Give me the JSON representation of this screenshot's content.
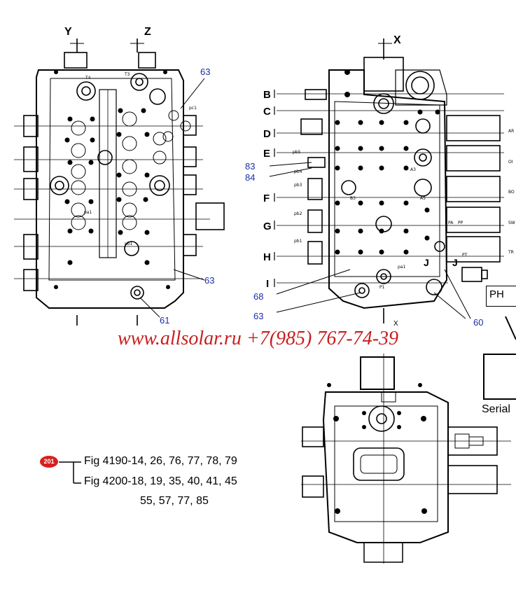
{
  "left_view": {
    "section_y": "Y",
    "section_z": "Z",
    "callout_top": "63",
    "callout_right": "63",
    "callout_bottom": "61",
    "port_t4": "T4",
    "port_t3": "T3",
    "port_pa1": "pa1",
    "port_pb1": "pb1",
    "port_pc1": "pc1"
  },
  "right_view": {
    "section_x": "X",
    "sections": [
      "B",
      "C",
      "D",
      "E",
      "F",
      "G",
      "H",
      "I"
    ],
    "callout_83": "83",
    "callout_84": "84",
    "callout_68": "68",
    "callout_63": "63",
    "callout_60": "60",
    "callout_j1": "J",
    "callout_j2": "J",
    "ph_label": "PH",
    "side_labels": [
      "AR",
      "OI",
      "BO",
      "SW",
      "TR"
    ],
    "port_labels": [
      "pb5",
      "pb4",
      "pb3",
      "pb2",
      "pb1",
      "pa1",
      "P1",
      "PA",
      "PP",
      "PT",
      "A3",
      "A5",
      "B3"
    ],
    "bottom_mark": "X"
  },
  "serial": {
    "label": "Serial"
  },
  "watermark": {
    "text": "www.allsolar.ru +7(985) 767-74-39",
    "color": "#c81e1e"
  },
  "reference": {
    "badge": "201",
    "badge_color": "#d6201e",
    "line1": "Fig 4190-14, 26, 76, 77, 78, 79",
    "line2": "Fig 4200-18, 19, 35, 40, 41, 45",
    "line3": "55, 57, 77, 85"
  },
  "colors": {
    "callout_blue": "#1a2ea8",
    "line": "#000000"
  }
}
